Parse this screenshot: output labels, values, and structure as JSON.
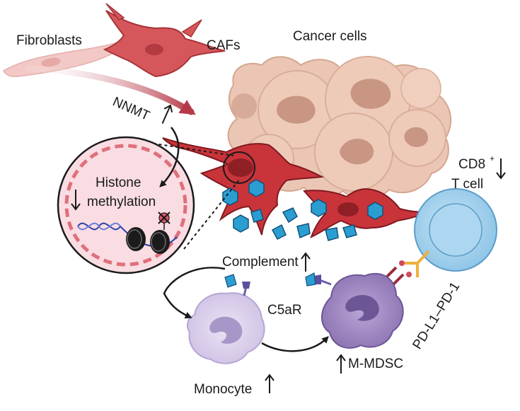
{
  "labels": {
    "fibroblasts": "Fibroblasts",
    "cafs": "CAFs",
    "cancer_cells": "Cancer cells",
    "nnmt": "NNMT",
    "histone": "Histone",
    "methylation": "methylation",
    "cd8": "CD8",
    "cd8_sup": "+",
    "t_cell": "T cell",
    "complement": "Complement",
    "c5ar": "C5aR",
    "pdl1_pd1": "PD-L1–PD-1",
    "monocyte": "Monocyte",
    "mmdsc": "M-MDSC"
  },
  "indicators": {
    "nnmt": "up",
    "histone_methylation": "down",
    "cd8_t_cell": "down",
    "complement": "up",
    "monocyte": "up",
    "mmdsc": "up"
  },
  "colors": {
    "fibroblast": "#f0c4c4",
    "caf": "#c8343a",
    "caf_dark": "#8a1c22",
    "cancer_cell": "#e8c4b0",
    "cancer_nucleus": "#c49a88",
    "complement": "#2a9fd0",
    "nucleus_zoom": "#f9dde2",
    "monocyte": "#d9cdea",
    "mmdsc": "#9c83be",
    "t_cell": "#a9d4ee",
    "receptor": "#6a5fa8",
    "pdl1": "#9a2a3a",
    "pd1": "#f0b03c"
  }
}
